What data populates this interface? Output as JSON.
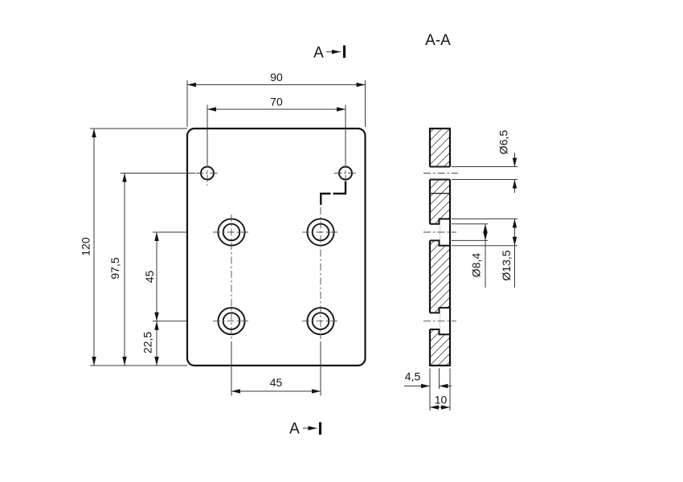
{
  "view_labels": {
    "section_title": "A-A",
    "cut_arrow_top": "A",
    "cut_arrow_bottom": "A"
  },
  "front_view_dims": {
    "overall_width": "90",
    "top_hole_spacing": "70",
    "overall_height": "120",
    "top_holes_height": "97,5",
    "row_spacing": "45",
    "bottom_row_height": "22,5",
    "bottom_hole_spacing": "45"
  },
  "section_view_dims": {
    "top_hole_diameter": "Ø6,5",
    "through_hole_diameter": "Ø8,4",
    "counterbore_diameter": "Ø13,5",
    "base_thickness": "4,5",
    "overall_thickness": "10"
  },
  "colors": {
    "line": "#141414",
    "background": "#ffffff"
  }
}
